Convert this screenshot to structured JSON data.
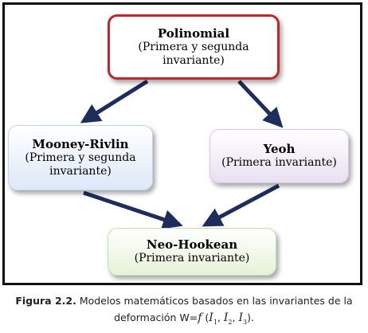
{
  "diagram": {
    "nodes": {
      "polinomial": {
        "name": "Polinomial",
        "desc": "(Primera y segunda\ninvariante)"
      },
      "mooney": {
        "name": "Mooney-Rivlin",
        "desc": "(Primera y segunda\ninvariante)"
      },
      "yeoh": {
        "name": "Yeoh",
        "desc": "(Primera invariante)"
      },
      "neo": {
        "name": "Neo-Hookean",
        "desc": "(Primera invariante)"
      }
    },
    "edges": [
      {
        "from": "Polinomial",
        "to": "Mooney-Rivlin"
      },
      {
        "from": "Polinomial",
        "to": "Yeoh"
      },
      {
        "from": "Mooney-Rivlin",
        "to": "Neo-Hookean"
      },
      {
        "from": "Yeoh",
        "to": "Neo-Hookean"
      }
    ],
    "colors": {
      "polinomial_border": "#c0262b",
      "arrow": "#1e2e5c",
      "mooney_fill": "#dde8f7",
      "yeoh_fill": "#e8dff1",
      "neo_fill": "#e6f1d6"
    }
  },
  "caption": {
    "label": "Figura 2.2.",
    "text_line1": "Modelos matemáticos basados en las invariantes de la",
    "text_line2_prefix": "deformación W=",
    "f": "f",
    "open": " (",
    "i": "I",
    "sub1": "1",
    "sub2": "2",
    "sub3": "3",
    "sep": ", ",
    "close": ")."
  }
}
